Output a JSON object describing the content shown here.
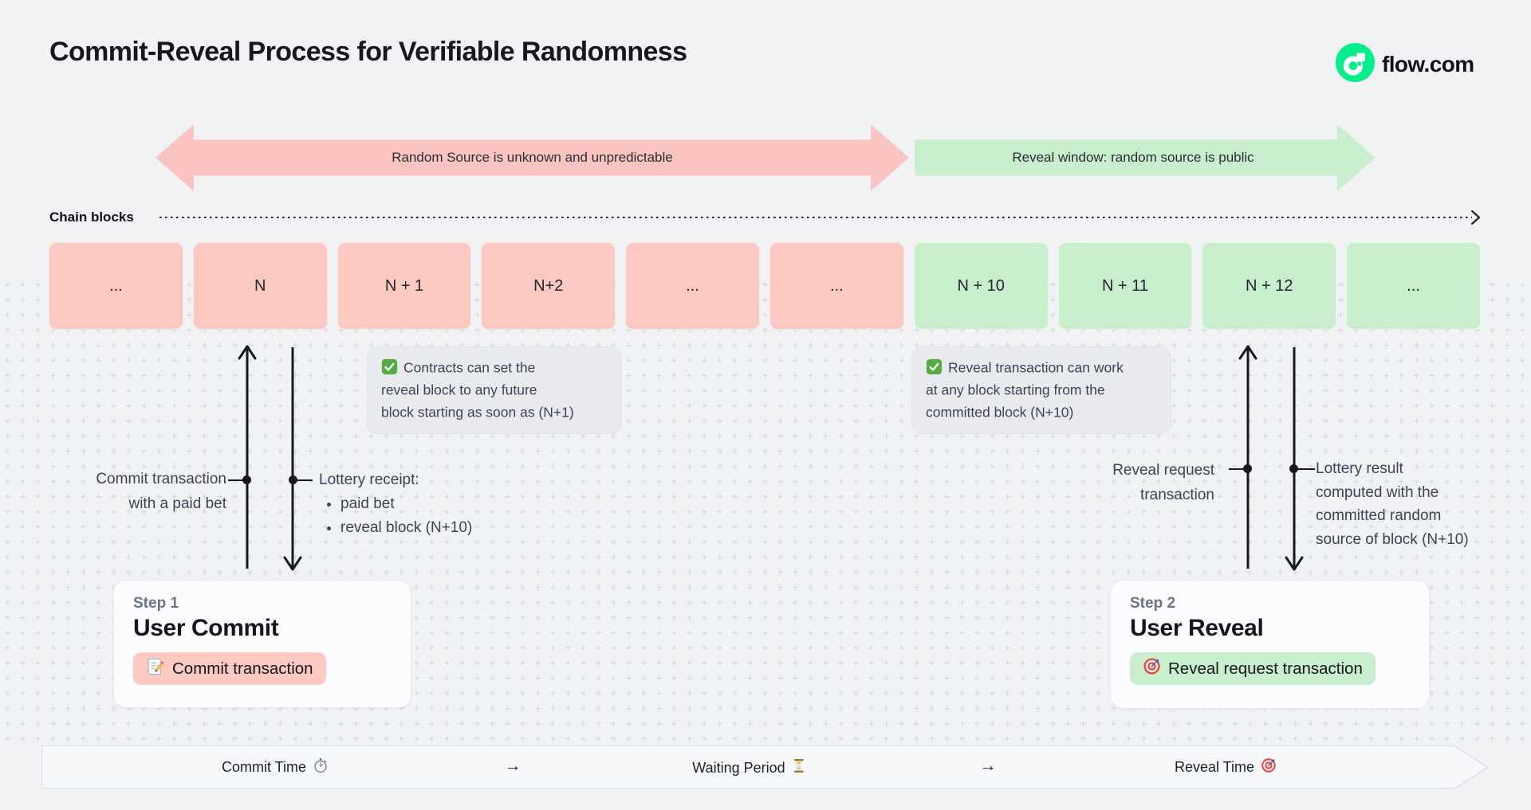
{
  "header": {
    "title": "Commit-Reveal Process for Verifiable Randomness",
    "brand": "flow.com",
    "brand_icon": "flow-logo-icon"
  },
  "phase_arrows": {
    "commit": {
      "label": "Random Source is unknown and unpredictable",
      "color": "#fac5c0"
    },
    "reveal": {
      "label": "Reveal window: random source is public",
      "color": "#c8eecd"
    }
  },
  "chain": {
    "label": "Chain blocks",
    "blocks": [
      {
        "label": "...",
        "phase": "commit"
      },
      {
        "label": "N",
        "phase": "commit"
      },
      {
        "label": "N + 1",
        "phase": "commit"
      },
      {
        "label": "N+2",
        "phase": "commit"
      },
      {
        "label": "...",
        "phase": "commit"
      },
      {
        "label": "...",
        "phase": "commit"
      },
      {
        "label": "N + 10",
        "phase": "reveal"
      },
      {
        "label": "N + 11",
        "phase": "reveal"
      },
      {
        "label": "N + 12",
        "phase": "reveal"
      },
      {
        "label": "...",
        "phase": "reveal"
      }
    ]
  },
  "notes": {
    "commit": {
      "icon": "check-icon",
      "text": "Contracts can set the\nreveal block to any future\nblock starting as soon as (N+1)"
    },
    "reveal": {
      "icon": "check-icon",
      "text": "Reveal transaction can work\nat any block starting from the\ncommitted block (N+10)"
    }
  },
  "annotations": {
    "commit_tx": "Commit transaction\nwith a paid bet",
    "lottery_receipt": {
      "title": "Lottery receipt:",
      "bullets": [
        "paid bet",
        "reveal block (N+10)"
      ]
    },
    "reveal_tx": "Reveal request\ntransaction",
    "lottery_result": "Lottery result\ncomputed with the\ncommitted random\nsource of block (N+10)"
  },
  "steps": [
    {
      "eyebrow": "Step 1",
      "title": "User Commit",
      "action": "Commit transaction",
      "icon": "memo-icon",
      "phase": "commit"
    },
    {
      "eyebrow": "Step 2",
      "title": "User Reveal",
      "action": "Reveal request transaction",
      "icon": "target-icon",
      "phase": "reveal"
    }
  ],
  "timeline": {
    "commit": {
      "label": "Commit Time",
      "icon": "stopwatch-icon"
    },
    "waiting": {
      "label": "Waiting Period",
      "icon": "hourglass-icon"
    },
    "reveal": {
      "label": "Reveal Time",
      "icon": "target-icon"
    },
    "arrow": "→"
  },
  "colors": {
    "background": "#f1f2f4",
    "flow_green": "#00ef8b",
    "commit_pink": "#fbc8c2",
    "reveal_green": "#c8eecd",
    "slate_text": "#3b4457",
    "ink": "#15171c"
  }
}
